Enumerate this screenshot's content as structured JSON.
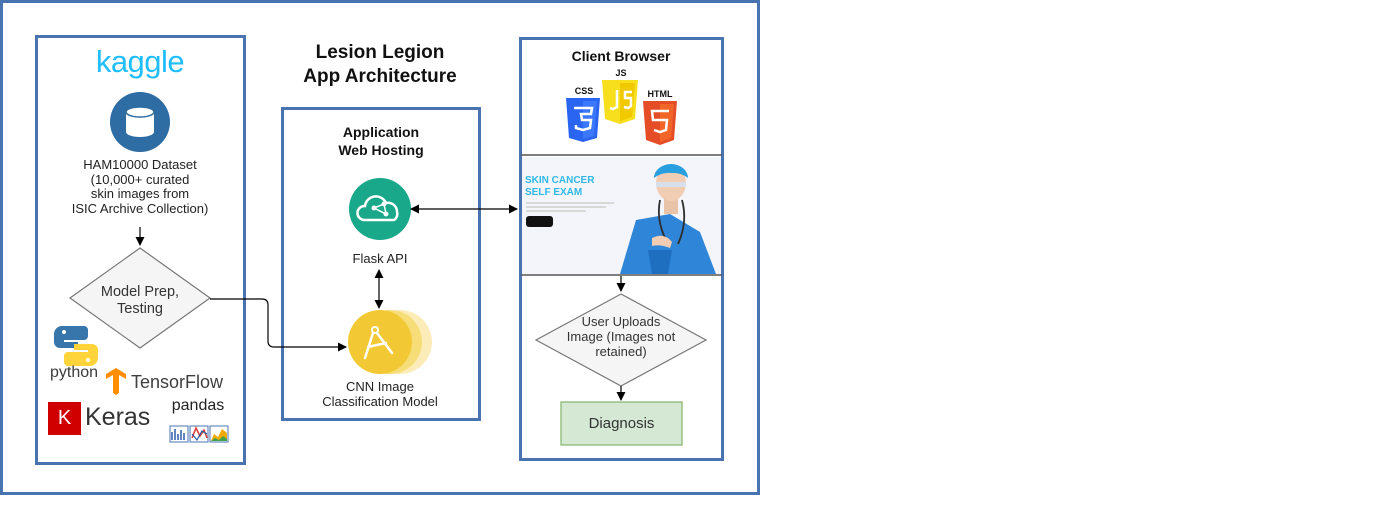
{
  "title": {
    "line1": "Lesion Legion",
    "line2": "App Architecture"
  },
  "data_panel": {
    "kaggle_logo": "kaggle",
    "dataset_icon": "database-icon",
    "dataset_lines": [
      "HAM10000 Dataset",
      "(10,000+ curated",
      "skin images from",
      "ISIC Archive Collection)"
    ],
    "model_prep_lines": [
      "Model Prep,",
      "Testing"
    ],
    "logos": {
      "python": "python",
      "tensorflow": "TensorFlow",
      "keras": "Keras",
      "keras_mark": "K",
      "pandas": "pandas"
    }
  },
  "hosting_panel": {
    "title_lines": [
      "Application",
      "Web Hosting"
    ],
    "flask_label": "Flask API",
    "flask_icon": "cloud-network-icon",
    "cnn_lines": [
      "CNN Image",
      "Classification Model"
    ],
    "cnn_icon": "compass-icon"
  },
  "client_panel": {
    "title": "Client Browser",
    "badges": {
      "css": "CSS",
      "js": "JS",
      "html": "HTML"
    },
    "hero_title_lines": [
      "SKIN CANCER",
      "SELF EXAM"
    ],
    "upload_lines": [
      "User Uploads",
      "Image (Images not",
      "retained)"
    ],
    "diagnosis": "Diagnosis"
  },
  "colors": {
    "frame": "#4a74b0",
    "kaggle": "#20beff",
    "db": "#2d6da3",
    "flask_teal": "#1aa88a",
    "cnn_yellow": "#f2c935",
    "diagnosis_fill": "#d5e8d4",
    "diagnosis_border": "#82b366",
    "css_blue": "#2965f1",
    "js_yellow": "#f7df1e",
    "html_orange": "#e44d26"
  }
}
